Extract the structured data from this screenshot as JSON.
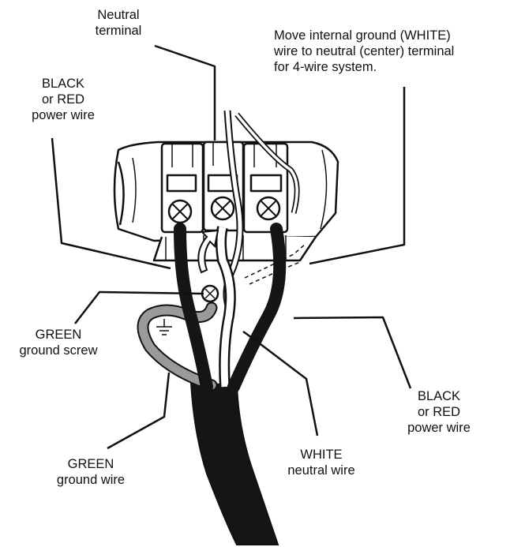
{
  "labels": {
    "neutral_terminal": [
      "Neutral",
      "terminal"
    ],
    "move_internal_ground": [
      "Move internal ground (WHITE)",
      "wire to neutral (center) terminal",
      "for 4-wire system."
    ],
    "black_or_red_top": [
      "BLACK",
      "or RED",
      "power wire"
    ],
    "green_ground_screw": [
      "GREEN",
      "ground screw"
    ],
    "black_or_red_right": [
      "BLACK",
      "or RED",
      "power wire"
    ],
    "white_neutral_wire": [
      "WHITE",
      "neutral wire"
    ],
    "green_ground_wire": [
      "GREEN",
      "ground wire"
    ]
  },
  "colors": {
    "ink": "#111111",
    "wire_black": "#151515",
    "wire_gray": "#9a9a9a",
    "wire_white": "#ffffff",
    "block_fill": "#ffffff"
  }
}
